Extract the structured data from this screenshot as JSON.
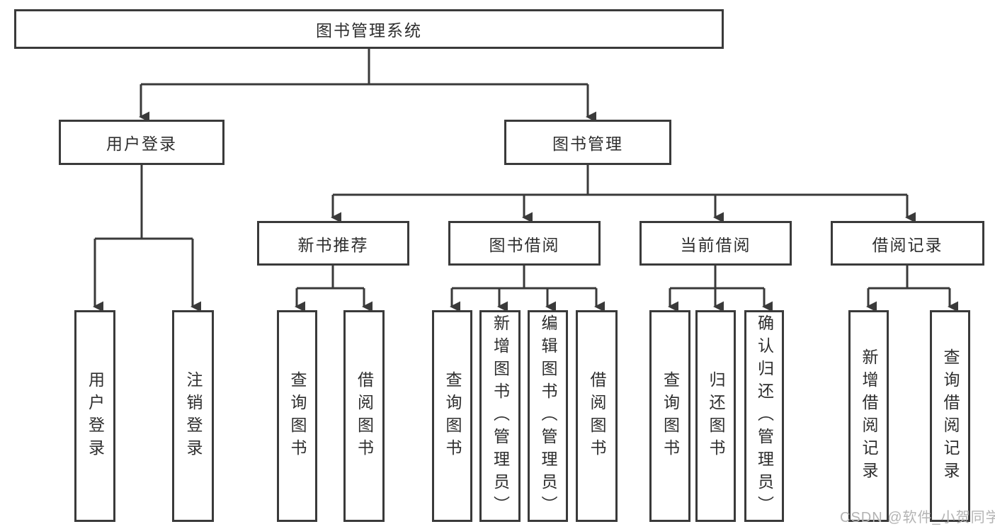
{
  "tree": {
    "root": {
      "label": "图书管理系统"
    },
    "branches": [
      {
        "label": "用户登录",
        "children": [
          {
            "label": "用户登录"
          },
          {
            "label": "注销登录"
          }
        ]
      },
      {
        "label": "图书管理",
        "children": [
          {
            "label": "新书推荐",
            "children": [
              {
                "label": "查询图书"
              },
              {
                "label": "借阅图书"
              }
            ]
          },
          {
            "label": "图书借阅",
            "children": [
              {
                "label": "查询图书"
              },
              {
                "label": "新增图书（管理员）"
              },
              {
                "label": "编辑图书（管理员）"
              },
              {
                "label": "借阅图书"
              }
            ]
          },
          {
            "label": "当前借阅",
            "children": [
              {
                "label": "查询图书"
              },
              {
                "label": "归还图书"
              },
              {
                "label": "确认归还（管理员）"
              }
            ]
          },
          {
            "label": "借阅记录",
            "children": [
              {
                "label": "新增借阅记录"
              },
              {
                "label": "查询借阅记录"
              }
            ]
          }
        ]
      }
    ]
  },
  "watermark": "CSDN @软件_小贺同学",
  "colors": {
    "line": "#3a3a3a",
    "text": "#2e2e2e",
    "watermark": "#b3b3b3",
    "background": "#ffffff"
  }
}
